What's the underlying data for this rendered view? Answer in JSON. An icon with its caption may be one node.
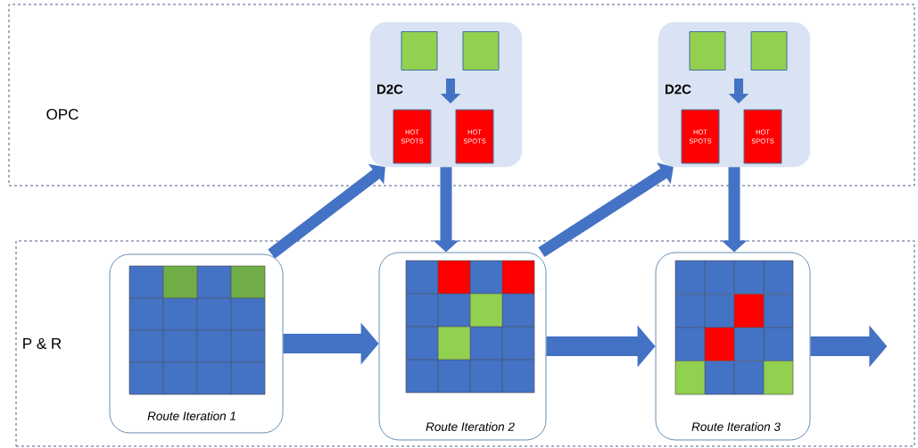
{
  "diagram": {
    "nodes": [
      {
        "text": [
          "OPC"
        ]
      },
      {
        "text": [
          "D2C"
        ],
        "in": 0
      },
      {
        "text": [],
        "shape": "box",
        "in": 1
      },
      {
        "text": [],
        "shape": "box",
        "in": 1
      },
      {
        "text": [
          "HOT SPOTS"
        ],
        "in": 1
      },
      {
        "text": [
          "HOT SPOTS"
        ],
        "in": 1
      },
      {
        "text": [
          "D2C"
        ],
        "in": 0
      },
      {
        "text": [],
        "shape": "box",
        "in": 6
      },
      {
        "text": [],
        "shape": "box",
        "in": 6
      },
      {
        "text": [
          "HOT SPOTS"
        ],
        "in": 6
      },
      {
        "text": [
          "HOT SPOTS"
        ],
        "in": 6
      },
      {
        "text": [
          "P & R"
        ]
      },
      {
        "text": [
          "Route  Iteration 1"
        ],
        "in": 11
      },
      {
        "text": [
          "Route  Iteration 2"
        ],
        "in": 11
      },
      {
        "text": [
          "Route  Iteration 3"
        ],
        "in": 11
      }
    ],
    "edges": [
      {
        "from": 12,
        "to": 1,
        "arrow": "to"
      },
      {
        "from": 1,
        "to": 13,
        "arrow": "to"
      },
      {
        "from": 13,
        "to": 6,
        "arrow": "to"
      },
      {
        "from": 6,
        "to": 14,
        "arrow": "to"
      },
      {
        "from": 12,
        "to": 13,
        "arrow": "to"
      },
      {
        "from": 13,
        "to": 14,
        "arrow": "to"
      },
      {
        "from": 14,
        "to": null,
        "arrow": "to"
      }
    ]
  }
}
